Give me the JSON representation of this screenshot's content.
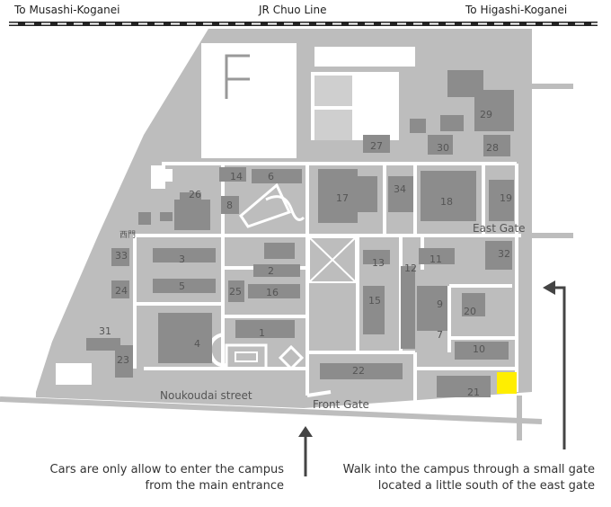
{
  "rail": {
    "left_label": "To Musashi-Koganei",
    "center_label": "JR Chuo Line",
    "right_label": "To Higashi-Koganei"
  },
  "gates": {
    "east_gate": "East Gate",
    "front_gate": "Front Gate",
    "west_gate_kanji": "西門"
  },
  "street": "Noukoudai street",
  "buildings": [
    "1",
    "2",
    "3",
    "4",
    "5",
    "7",
    "8",
    "9",
    "10",
    "11",
    "12",
    "13",
    "14",
    "15",
    "16",
    "17",
    "18",
    "19",
    "20",
    "21",
    "22",
    "23",
    "24",
    "25",
    "26",
    "27",
    "28",
    "29",
    "30",
    "31",
    "32",
    "33",
    "34",
    "6"
  ],
  "notes": {
    "left_line1": "Cars are only allow to enter the campus",
    "left_line2": "from the main entrance",
    "right_line1": "Walk into the campus through a small gate",
    "right_line2": "located a little south of the east gate"
  },
  "colors": {
    "campus": "#bdbdbd",
    "road": "#ffffff",
    "building": "#8c8c8c",
    "highlight": "#ffee00"
  }
}
